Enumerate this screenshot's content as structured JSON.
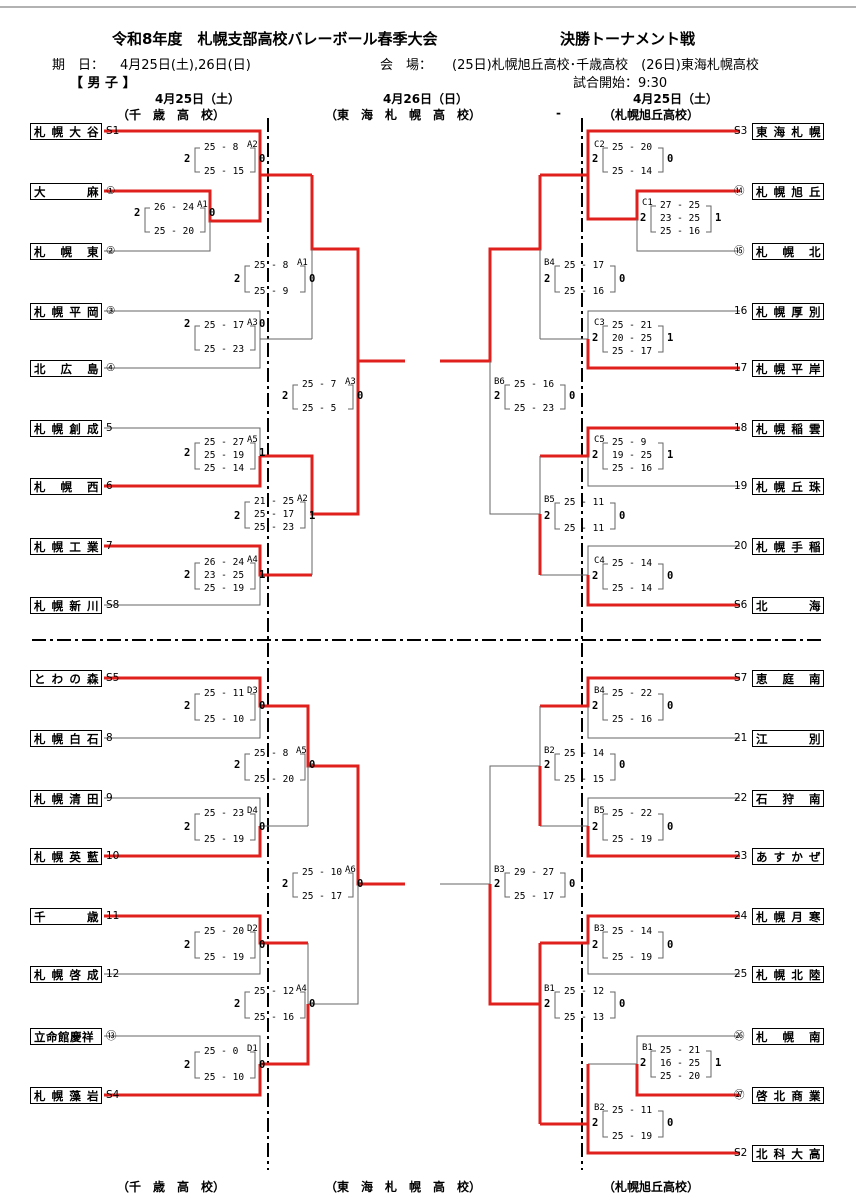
{
  "header": {
    "title": "令和8年度　札幌支部高校バレーボール春季大会",
    "subtitle": "決勝トーナメント戦",
    "period_label": "期　日：",
    "period": "4月25日(土),26日(日)",
    "venue_label": "会　場：",
    "venue": "(25日)札幌旭丘高校･千歳高校　(26日)東海札幌高校",
    "start": "試合開始：9:30",
    "category": "【 男 子 】"
  },
  "days": {
    "left": "4月25日（土）",
    "left_venue": "（千　歳　高　校）",
    "center": "4月26日（日）",
    "center_venue": "（東　海　札　幌　高　校）",
    "right": "4月25日（土）",
    "right_venue": "（札幌旭丘高校）",
    "dash": "-"
  },
  "footer": {
    "left": "（千　歳　高　校）",
    "center": "（東　海　札　幌　高　校）",
    "right": "（札幌旭丘高校）"
  },
  "teams_left": [
    {
      "name": "札幌大谷",
      "seed": "S1"
    },
    {
      "name": "大麻",
      "seed": "①"
    },
    {
      "name": "札幌東",
      "seed": "②"
    },
    {
      "name": "札幌平岡",
      "seed": "③"
    },
    {
      "name": "北広島",
      "seed": "④"
    },
    {
      "name": "札幌創成",
      "seed": "5"
    },
    {
      "name": "札幌西",
      "seed": "6"
    },
    {
      "name": "札幌工業",
      "seed": "7"
    },
    {
      "name": "札幌新川",
      "seed": "S8"
    },
    {
      "name": "とわの森",
      "seed": "S5"
    },
    {
      "name": "札幌白石",
      "seed": "8"
    },
    {
      "name": "札幌清田",
      "seed": "9"
    },
    {
      "name": "札幌英藍",
      "seed": "10"
    },
    {
      "name": "千歳",
      "seed": "11"
    },
    {
      "name": "札幌啓成",
      "seed": "12"
    },
    {
      "name": "立命館慶祥",
      "seed": "⑬"
    },
    {
      "name": "札幌藻岩",
      "seed": "S4"
    }
  ],
  "teams_right": [
    {
      "name": "東海札幌",
      "seed": "S3"
    },
    {
      "name": "札幌旭丘",
      "seed": "⑭"
    },
    {
      "name": "札幌北",
      "seed": "⑮"
    },
    {
      "name": "札幌厚別",
      "seed": "16"
    },
    {
      "name": "札幌平岸",
      "seed": "17"
    },
    {
      "name": "札幌稲雲",
      "seed": "18"
    },
    {
      "name": "札幌丘珠",
      "seed": "19"
    },
    {
      "name": "札幌手稲",
      "seed": "20"
    },
    {
      "name": "北海",
      "seed": "S6"
    },
    {
      "name": "恵庭南",
      "seed": "S7"
    },
    {
      "name": "江別",
      "seed": "21"
    },
    {
      "name": "石狩南",
      "seed": "22"
    },
    {
      "name": "あすかぜ",
      "seed": "23"
    },
    {
      "name": "札幌月寒",
      "seed": "24"
    },
    {
      "name": "札幌北陸",
      "seed": "25"
    },
    {
      "name": "札幌南",
      "seed": "㉖"
    },
    {
      "name": "啓北商業",
      "seed": "㉗"
    },
    {
      "name": "北科大高",
      "seed": "S2"
    }
  ],
  "matches": [
    {
      "code": "A1",
      "sets": [
        "26 - 24",
        "25 - 20"
      ],
      "w": "2",
      "l": "0"
    },
    {
      "code": "A2",
      "sets": [
        "25 - 8",
        "25 - 15"
      ],
      "w": "2",
      "l": "0"
    },
    {
      "code": "A1",
      "sets": [
        "25 - 8",
        "25 - 9"
      ],
      "w": "2",
      "l": "0"
    },
    {
      "code": "A3",
      "sets": [
        "25 - 17",
        "25 - 23"
      ],
      "w": "2",
      "l": "0"
    },
    {
      "code": "A3",
      "sets": [
        "25 - 7",
        "25 - 5"
      ],
      "w": "2",
      "l": "0"
    },
    {
      "code": "A5",
      "sets": [
        "25 - 27",
        "25 - 19",
        "25 - 14"
      ],
      "w": "2",
      "l": "1"
    },
    {
      "code": "A2",
      "sets": [
        "21 - 25",
        "25 - 17",
        "25 - 23"
      ],
      "w": "2",
      "l": "1"
    },
    {
      "code": "A4",
      "sets": [
        "26 - 24",
        "23 - 25",
        "25 - 19"
      ],
      "w": "2",
      "l": "1"
    },
    {
      "code": "D3",
      "sets": [
        "25 - 11",
        "25 - 10"
      ],
      "w": "2",
      "l": "0"
    },
    {
      "code": "A5",
      "sets": [
        "25 - 8",
        "25 - 20"
      ],
      "w": "2",
      "l": "0"
    },
    {
      "code": "D4",
      "sets": [
        "25 - 23",
        "25 - 19"
      ],
      "w": "2",
      "l": "0"
    },
    {
      "code": "A6",
      "sets": [
        "25 - 10",
        "25 - 17"
      ],
      "w": "2",
      "l": "0"
    },
    {
      "code": "D2",
      "sets": [
        "25 - 20",
        "25 - 19"
      ],
      "w": "2",
      "l": "0"
    },
    {
      "code": "A4",
      "sets": [
        "25 - 12",
        "25 - 16"
      ],
      "w": "2",
      "l": "0"
    },
    {
      "code": "D1",
      "sets": [
        "25 - 0",
        "25 - 10"
      ],
      "w": "2",
      "l": "0"
    },
    {
      "code": "C2",
      "sets": [
        "25 - 20",
        "25 - 14"
      ],
      "w": "2",
      "l": "0"
    },
    {
      "code": "C1",
      "sets": [
        "27 - 25",
        "23 - 25",
        "25 - 16"
      ],
      "w": "2",
      "l": "1"
    },
    {
      "code": "B4",
      "sets": [
        "25 - 17",
        "25 - 16"
      ],
      "w": "2",
      "l": "0"
    },
    {
      "code": "C3",
      "sets": [
        "25 - 21",
        "20 - 25",
        "25 - 17"
      ],
      "w": "2",
      "l": "1"
    },
    {
      "code": "B6",
      "sets": [
        "25 - 16",
        "25 - 23"
      ],
      "w": "2",
      "l": "0"
    },
    {
      "code": "C5",
      "sets": [
        "25 - 9",
        "19 - 25",
        "25 - 16"
      ],
      "w": "2",
      "l": "1"
    },
    {
      "code": "B5",
      "sets": [
        "25 - 11",
        "25 - 11"
      ],
      "w": "2",
      "l": "0"
    },
    {
      "code": "C4",
      "sets": [
        "25 - 14",
        "25 - 14"
      ],
      "w": "2",
      "l": "0"
    },
    {
      "code": "B4",
      "sets": [
        "25 - 22",
        "25 - 16"
      ],
      "w": "2",
      "l": "0"
    },
    {
      "code": "B2",
      "sets": [
        "25 - 14",
        "25 - 15"
      ],
      "w": "2",
      "l": "0"
    },
    {
      "code": "B5",
      "sets": [
        "25 - 22",
        "25 - 19"
      ],
      "w": "2",
      "l": "0"
    },
    {
      "code": "B3",
      "sets": [
        "29 - 27",
        "25 - 17"
      ],
      "w": "2",
      "l": "0"
    },
    {
      "code": "B3",
      "sets": [
        "25 - 14",
        "25 - 19"
      ],
      "w": "2",
      "l": "0"
    },
    {
      "code": "B1",
      "sets": [
        "25 - 12",
        "25 - 13"
      ],
      "w": "2",
      "l": "0"
    },
    {
      "code": "B1",
      "sets": [
        "25 - 21",
        "16 - 25",
        "25 - 20"
      ],
      "w": "2",
      "l": "1"
    },
    {
      "code": "B2",
      "sets": [
        "25 - 11",
        "25 - 19"
      ],
      "w": "2",
      "l": "0"
    }
  ],
  "colors": {
    "winner": "#e0201c",
    "line": "#666666"
  }
}
